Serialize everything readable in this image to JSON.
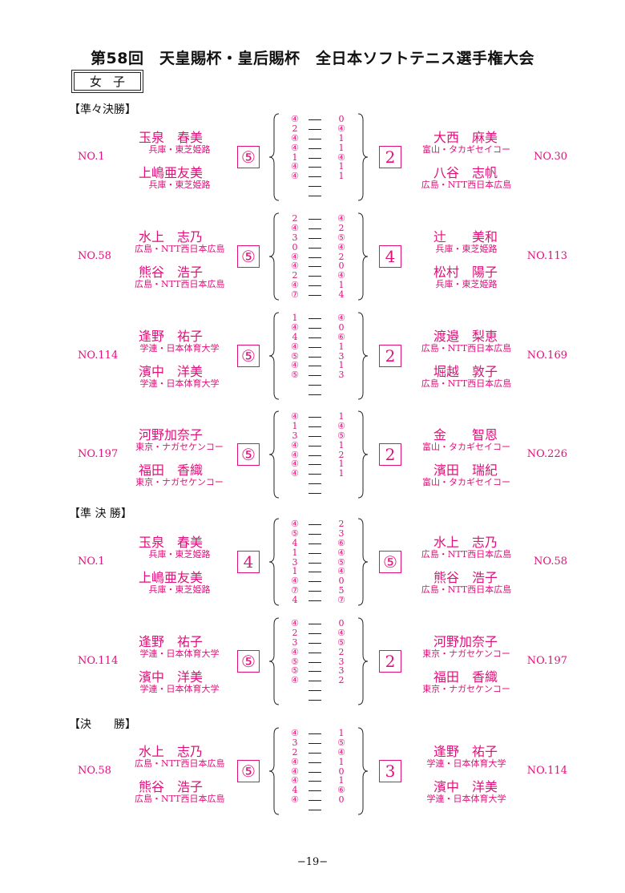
{
  "title": "第58回　天皇賜杯・皇后賜杯　全日本ソフトテニス選手権大会",
  "division": "女子",
  "colors": {
    "accent": "#e0107a",
    "text": "#111111"
  },
  "sections": [
    {
      "label": "【準々決勝】",
      "matches": [
        {
          "left": {
            "no": "NO.1",
            "p1": "玉泉　春美",
            "a1": "兵庫・東芝姫路",
            "p2": "上嶋亜友美",
            "a2": "兵庫・東芝姫路"
          },
          "games": [
            "⑤",
            "2"
          ],
          "right": {
            "no": "NO.30",
            "p1": "大西　麻美",
            "a1": "富山・タカギセイコー",
            "p2": "八谷　志帆",
            "a2": "広島・NTT西日本広島"
          },
          "scores": [
            [
              "④",
              "0"
            ],
            [
              "2",
              "④"
            ],
            [
              "④",
              "1"
            ],
            [
              "④",
              "1"
            ],
            [
              "1",
              "④"
            ],
            [
              "④",
              "1"
            ],
            [
              "④",
              "1"
            ],
            [
              "",
              ""
            ],
            [
              "",
              ""
            ]
          ]
        },
        {
          "left": {
            "no": "NO.58",
            "p1": "水上　志乃",
            "a1": "広島・NTT西日本広島",
            "p2": "熊谷　浩子",
            "a2": "広島・NTT西日本広島"
          },
          "games": [
            "⑤",
            "4"
          ],
          "right": {
            "no": "NO.113",
            "p1": "辻　　美和",
            "a1": "兵庫・東芝姫路",
            "p2": "松村　陽子",
            "a2": "兵庫・東芝姫路"
          },
          "scores": [
            [
              "2",
              "④"
            ],
            [
              "④",
              "2"
            ],
            [
              "3",
              "⑤"
            ],
            [
              "0",
              "④"
            ],
            [
              "④",
              "2"
            ],
            [
              "④",
              "0"
            ],
            [
              "2",
              "④"
            ],
            [
              "④",
              "1"
            ],
            [
              "⑦",
              "4"
            ]
          ]
        },
        {
          "left": {
            "no": "NO.114",
            "p1": "逢野　祐子",
            "a1": "学連・日本体育大学",
            "p2": "濱中　洋美",
            "a2": "学連・日本体育大学"
          },
          "games": [
            "⑤",
            "2"
          ],
          "right": {
            "no": "NO.169",
            "p1": "渡邉　梨恵",
            "a1": "広島・NTT西日本広島",
            "p2": "堀越　敦子",
            "a2": "広島・NTT西日本広島"
          },
          "scores": [
            [
              "1",
              "④"
            ],
            [
              "④",
              "0"
            ],
            [
              "4",
              "⑥"
            ],
            [
              "④",
              "1"
            ],
            [
              "⑤",
              "3"
            ],
            [
              "④",
              "1"
            ],
            [
              "⑤",
              "3"
            ],
            [
              "",
              ""
            ],
            [
              "",
              ""
            ]
          ]
        },
        {
          "left": {
            "no": "NO.197",
            "p1": "河野加奈子",
            "a1": "東京・ナガセケンコー",
            "p2": "福田　香織",
            "a2": "東京・ナガセケンコー"
          },
          "games": [
            "⑤",
            "2"
          ],
          "right": {
            "no": "NO.226",
            "p1": "金　　智恩",
            "a1": "富山・タカギセイコー",
            "p2": "濱田　瑞紀",
            "a2": "富山・タカギセイコー"
          },
          "scores": [
            [
              "④",
              "1"
            ],
            [
              "1",
              "④"
            ],
            [
              "3",
              "⑤"
            ],
            [
              "④",
              "1"
            ],
            [
              "④",
              "2"
            ],
            [
              "④",
              "1"
            ],
            [
              "④",
              "1"
            ],
            [
              "",
              ""
            ],
            [
              "",
              ""
            ]
          ]
        }
      ]
    },
    {
      "label": "【準 決 勝】",
      "matches": [
        {
          "left": {
            "no": "NO.1",
            "p1": "玉泉　春美",
            "a1": "兵庫・東芝姫路",
            "p2": "上嶋亜友美",
            "a2": "兵庫・東芝姫路"
          },
          "games": [
            "4",
            "⑤"
          ],
          "right": {
            "no": "NO.58",
            "p1": "水上　志乃",
            "a1": "広島・NTT西日本広島",
            "p2": "熊谷　浩子",
            "a2": "広島・NTT西日本広島"
          },
          "scores": [
            [
              "④",
              "2"
            ],
            [
              "⑤",
              "3"
            ],
            [
              "4",
              "⑥"
            ],
            [
              "1",
              "④"
            ],
            [
              "3",
              "⑤"
            ],
            [
              "1",
              "④"
            ],
            [
              "④",
              "0"
            ],
            [
              "⑦",
              "5"
            ],
            [
              "4",
              "⑦"
            ]
          ]
        },
        {
          "left": {
            "no": "NO.114",
            "p1": "逢野　祐子",
            "a1": "学連・日本体育大学",
            "p2": "濱中　洋美",
            "a2": "学連・日本体育大学"
          },
          "games": [
            "⑤",
            "2"
          ],
          "right": {
            "no": "NO.197",
            "p1": "河野加奈子",
            "a1": "東京・ナガセケンコー",
            "p2": "福田　香織",
            "a2": "東京・ナガセケンコー"
          },
          "scores": [
            [
              "④",
              "0"
            ],
            [
              "2",
              "④"
            ],
            [
              "3",
              "⑤"
            ],
            [
              "④",
              "2"
            ],
            [
              "⑤",
              "3"
            ],
            [
              "⑤",
              "3"
            ],
            [
              "④",
              "2"
            ],
            [
              "",
              ""
            ],
            [
              "",
              ""
            ]
          ]
        }
      ]
    },
    {
      "label": "【決　　勝】",
      "matches": [
        {
          "left": {
            "no": "NO.58",
            "p1": "水上　志乃",
            "a1": "広島・NTT西日本広島",
            "p2": "熊谷　浩子",
            "a2": "広島・NTT西日本広島"
          },
          "games": [
            "⑤",
            "3"
          ],
          "right": {
            "no": "NO.114",
            "p1": "逢野　祐子",
            "a1": "学連・日本体育大学",
            "p2": "濱中　洋美",
            "a2": "学連・日本体育大学"
          },
          "scores": [
            [
              "④",
              "1"
            ],
            [
              "3",
              "⑤"
            ],
            [
              "2",
              "④"
            ],
            [
              "④",
              "1"
            ],
            [
              "④",
              "0"
            ],
            [
              "④",
              "1"
            ],
            [
              "4",
              "⑥"
            ],
            [
              "④",
              "0"
            ],
            [
              "",
              ""
            ]
          ]
        }
      ]
    }
  ],
  "page_number": "−19−"
}
